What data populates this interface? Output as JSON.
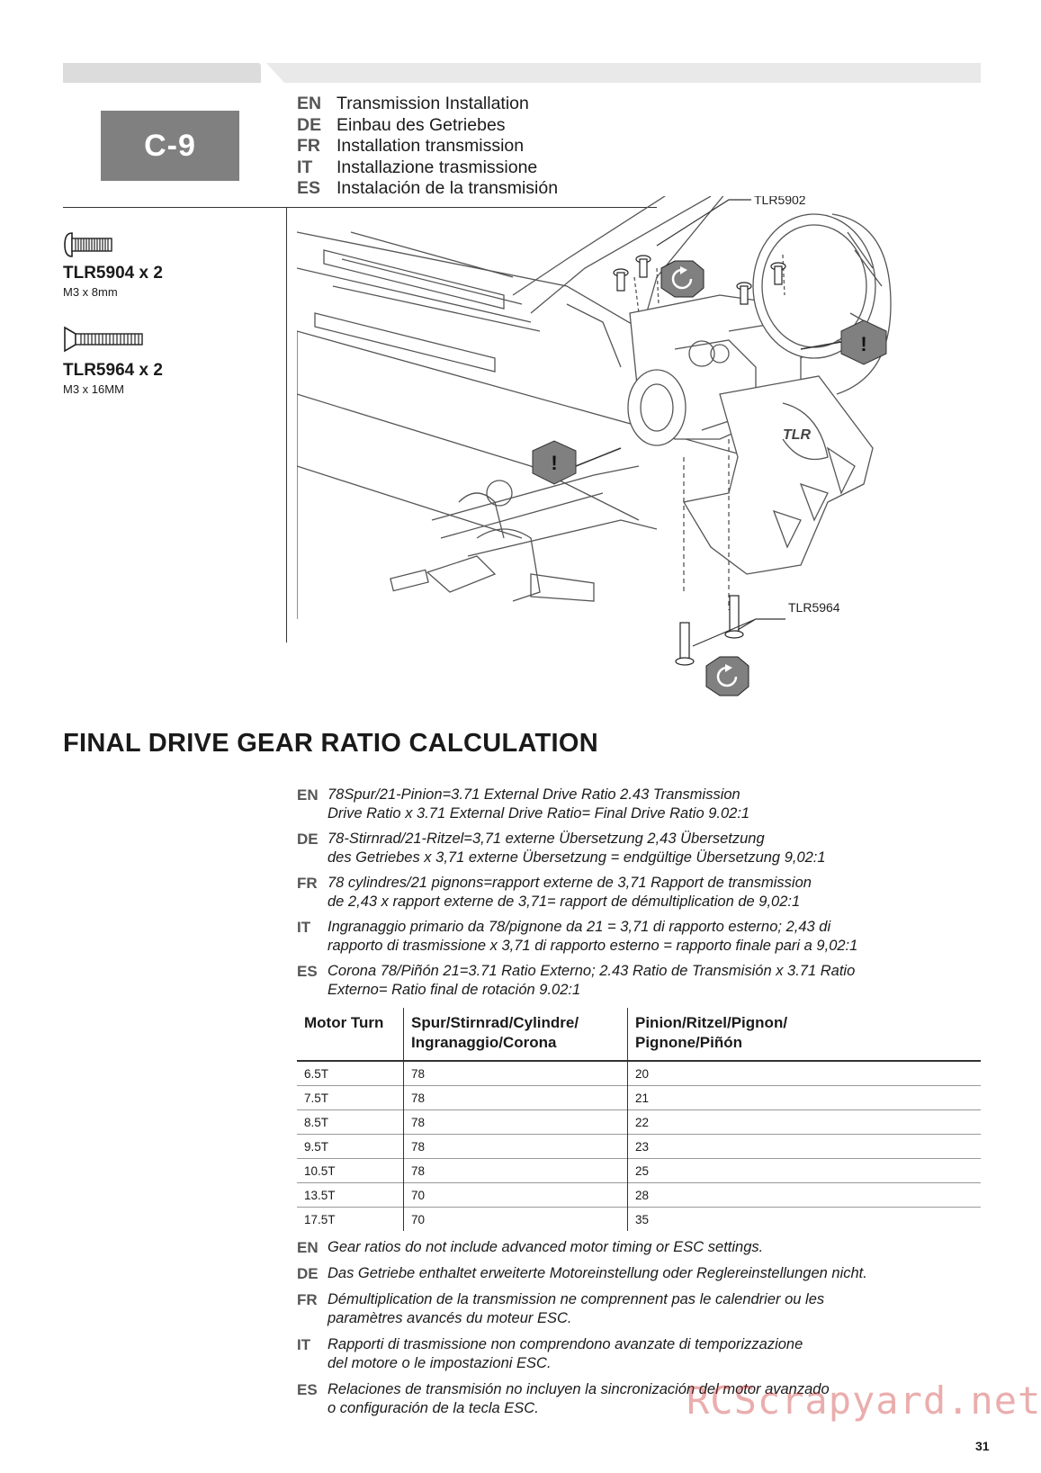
{
  "step": "C-9",
  "titles": [
    {
      "lang": "EN",
      "text": "Transmission Installation"
    },
    {
      "lang": "DE",
      "text": "Einbau des Getriebes"
    },
    {
      "lang": "FR",
      "text": "Installation transmission"
    },
    {
      "lang": "IT",
      "text": "Installazione trasmissione"
    },
    {
      "lang": "ES",
      "text": "Instalación de la transmisión"
    }
  ],
  "parts": [
    {
      "code": "TLR5904 x 2",
      "size": "M3 x 8mm"
    },
    {
      "code": "TLR5964 x 2",
      "size": "M3 x 16MM"
    }
  ],
  "callouts": {
    "top": "TLR5902",
    "bottom": "TLR5964",
    "logo": "TLR"
  },
  "section_title": "FINAL DRIVE GEAR RATIO CALCULATION",
  "ratio_paragraphs": [
    {
      "lang": "EN",
      "line1": "78Spur/21-Pinion=3.71 External Drive Ratio 2.43 Transmission",
      "line2": "Drive Ratio x 3.71 External Drive Ratio= Final Drive Ratio 9.02:1"
    },
    {
      "lang": "DE",
      "line1": "78-Stirnrad/21-Ritzel=3,71 externe Übersetzung 2,43 Übersetzung",
      "line2": "des Getriebes x 3,71 externe Übersetzung = endgültige Übersetzung 9,02:1"
    },
    {
      "lang": "FR",
      "line1": "78 cylindres/21 pignons=rapport externe de 3,71 Rapport de transmission",
      "line2": "de 2,43 x rapport externe de 3,71= rapport de démultiplication de 9,02:1"
    },
    {
      "lang": "IT",
      "line1": "Ingranaggio primario da 78/pignone da 21 = 3,71 di rapporto esterno; 2,43 di",
      "line2": "rapporto di trasmissione x 3,71 di rapporto esterno = rapporto finale pari a 9,02:1"
    },
    {
      "lang": "ES",
      "line1": "Corona 78/Piñón 21=3.71 Ratio Externo; 2.43 Ratio de Transmisión x 3.71 Ratio",
      "line2": "Externo= Ratio final de rotación 9.02:1"
    }
  ],
  "table": {
    "headers": [
      {
        "line1": "Motor Turn",
        "line2": ""
      },
      {
        "line1": "Spur/Stirnrad/Cylindre/",
        "line2": "Ingranaggio/Corona"
      },
      {
        "line1": "Pinion/Ritzel/Pignon/",
        "line2": "Pignone/Piñón"
      }
    ],
    "rows": [
      [
        "6.5T",
        "78",
        "20"
      ],
      [
        "7.5T",
        "78",
        "21"
      ],
      [
        "8.5T",
        "78",
        "22"
      ],
      [
        "9.5T",
        "78",
        "23"
      ],
      [
        "10.5T",
        "78",
        "25"
      ],
      [
        "13.5T",
        "70",
        "28"
      ],
      [
        "17.5T",
        "70",
        "35"
      ]
    ]
  },
  "notes": [
    {
      "lang": "EN",
      "line1": "Gear ratios do not include advanced motor timing or ESC settings.",
      "line2": ""
    },
    {
      "lang": "DE",
      "line1": "Das Getriebe enthaltet erweiterte Motoreinstellung oder Reglereinstellungen nicht.",
      "line2": ""
    },
    {
      "lang": "FR",
      "line1": "Démultiplication de la transmission ne comprennent pas le calendrier ou les",
      "line2": "paramètres avancés du moteur ESC."
    },
    {
      "lang": "IT",
      "line1": "Rapporti di trasmissione non comprendono avanzate di temporizzazione",
      "line2": "del motore o le impostazioni ESC."
    },
    {
      "lang": "ES",
      "line1": "Relaciones de transmisión no incluyen la sincronización del motor avanzado",
      "line2": "o configuración de la tecla ESC."
    }
  ],
  "watermark": "RCScrapyard.net",
  "page_number": "31"
}
